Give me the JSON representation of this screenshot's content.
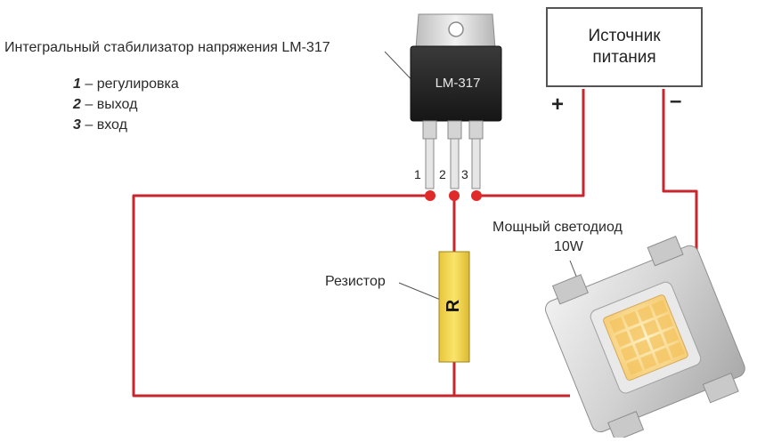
{
  "title_label": "Интегральный стабилизатор напряжения LM-317",
  "pins": [
    {
      "num": "1",
      "text": " – регулировка"
    },
    {
      "num": "2",
      "text": " – выход"
    },
    {
      "num": "3",
      "text": " – вход"
    }
  ],
  "chip_marking": "LM-317",
  "pin_numbers": [
    "1",
    "2",
    "3"
  ],
  "power_supply": {
    "line1": "Источник",
    "line2": "питания"
  },
  "plus_sign": "+",
  "minus_sign": "–",
  "led_label": {
    "line1": "Мощный светодиод",
    "line2": "10W"
  },
  "resistor_label": "Резистор",
  "resistor_marking": "R",
  "colors": {
    "wire": "#c8262d",
    "resistor": "#f2d44a",
    "chip": "#2b2b2b",
    "node": "#e02a2a"
  }
}
